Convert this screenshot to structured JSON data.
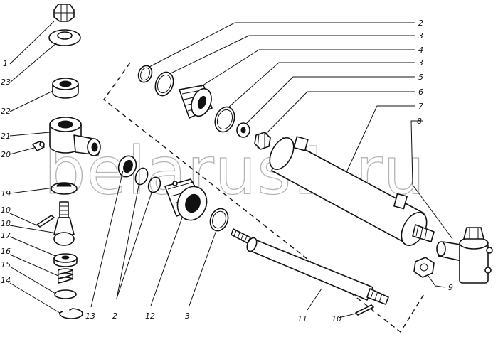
{
  "watermark": "belarus1.ru",
  "callouts": {
    "c1": "1",
    "c23": "23",
    "c22": "22",
    "c21": "21",
    "c20": "20",
    "c19": "19",
    "c10a": "10",
    "c18": "18",
    "c17": "17",
    "c16": "16",
    "c15": "15",
    "c14": "14",
    "c13": "13",
    "c2b": "2",
    "c12": "12",
    "c3b": "3",
    "c11": "11",
    "c10b": "10",
    "c2a": "2",
    "c3a": "3",
    "c4": "4",
    "c3c": "3",
    "c5": "5",
    "c6": "6",
    "c7": "7",
    "c8": "8",
    "c9": "9"
  }
}
